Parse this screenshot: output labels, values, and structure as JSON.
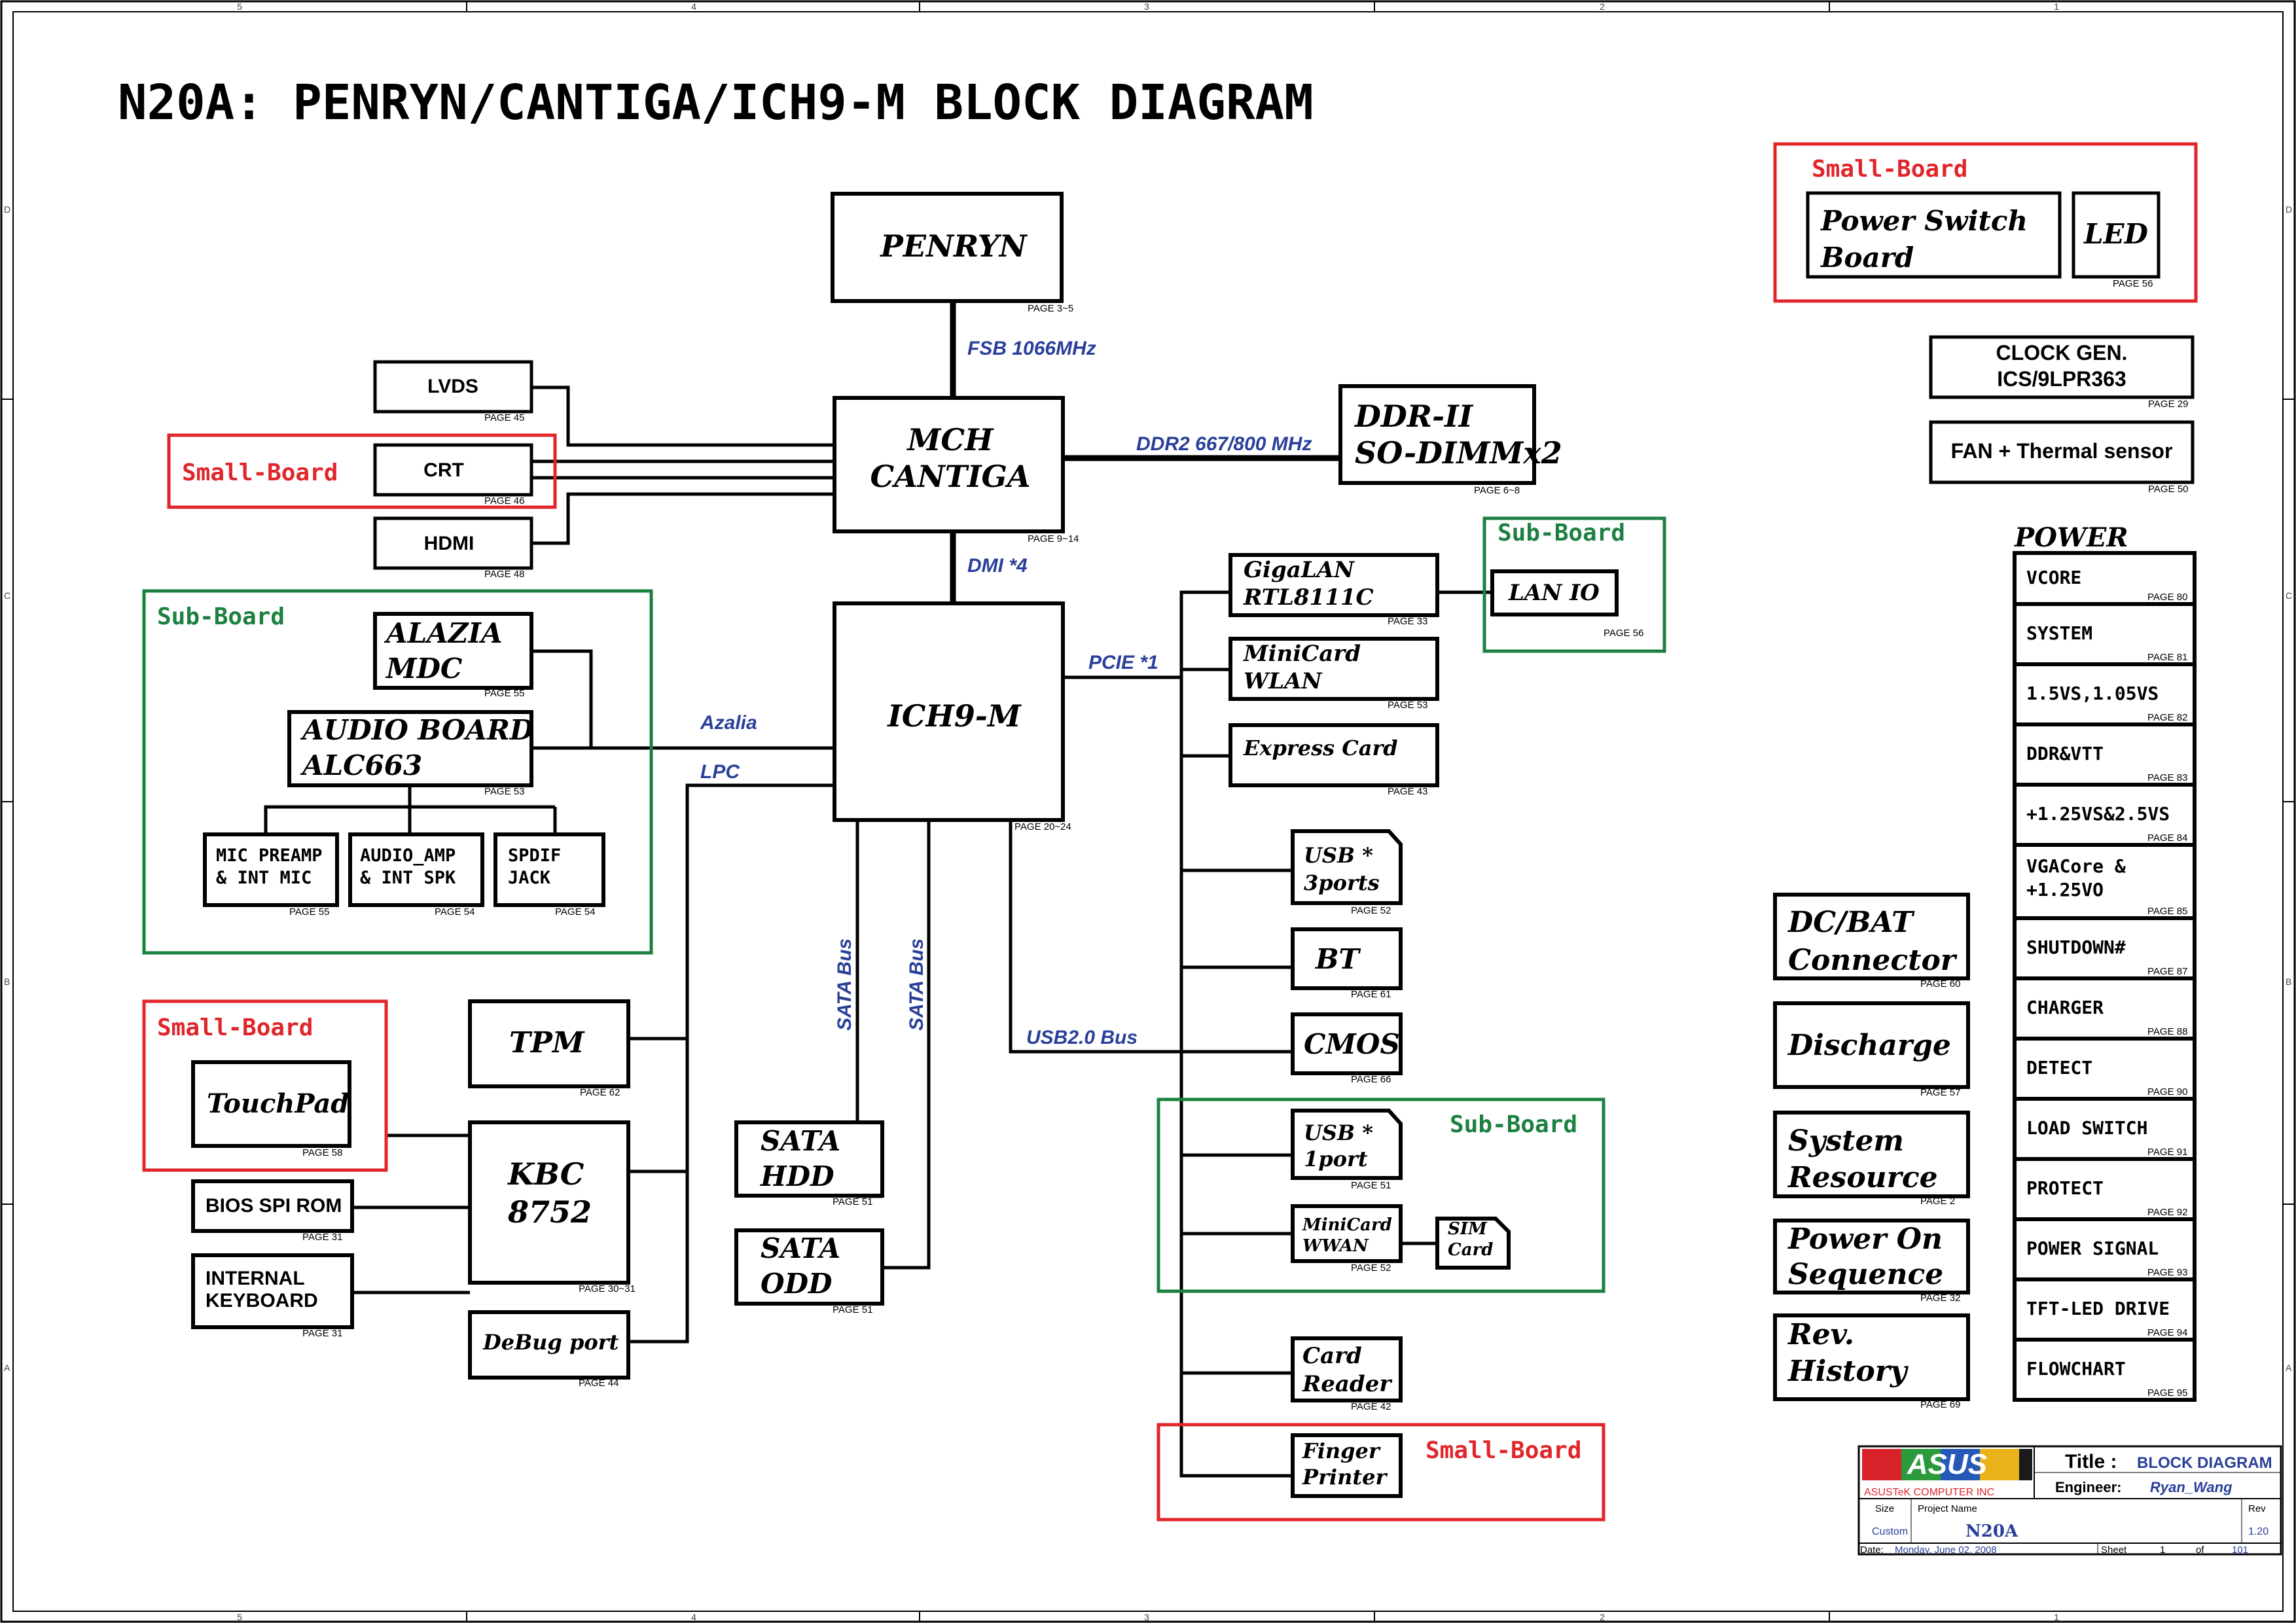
{
  "title": "N20A: PENRYN/CANTIGA/ICH9-M BLOCK DIAGRAM",
  "grid": {
    "cols": [
      "5",
      "4",
      "3",
      "2",
      "1"
    ],
    "rows": [
      "D",
      "C",
      "B",
      "A"
    ]
  },
  "cpu": {
    "label": "PENRYN",
    "page": "PAGE 3~5"
  },
  "mch": {
    "line1": "MCH",
    "line2": "CANTIGA",
    "page": "PAGE 9~14"
  },
  "ich": {
    "label": "ICH9-M",
    "page": "PAGE 20~24"
  },
  "ddr": {
    "line1": "DDR-II",
    "line2": "SO-DIMMx2",
    "page": "PAGE 6~8"
  },
  "bus_labels": {
    "fsb": "FSB 1066MHz",
    "ddr2": "DDR2 667/800 MHz",
    "dmi": "DMI *4",
    "pcie": "PCIE *1",
    "azalia": "Azalia",
    "lpc": "LPC",
    "sata1": "SATA Bus",
    "sata2": "SATA Bus",
    "usb": "USB2.0 Bus"
  },
  "board_labels": {
    "small_crt": "Small-Board",
    "sub_audio": "Sub-Board",
    "small_touch": "Small-Board",
    "sub_lan": "Sub-Board",
    "sub_usb": "Sub-Board",
    "small_finger": "Small-Board",
    "small_power": "Small-Board"
  },
  "display": {
    "lvds": {
      "label": "LVDS",
      "page": "PAGE 45"
    },
    "crt": {
      "label": "CRT",
      "page": "PAGE 46"
    },
    "hdmi": {
      "label": "HDMI",
      "page": "PAGE 48"
    }
  },
  "audio": {
    "mdc": {
      "line1": "ALAZIA",
      "line2": "MDC",
      "page": "PAGE 55"
    },
    "board": {
      "line1": "AUDIO BOARD",
      "line2": "ALC663",
      "page": "PAGE 53"
    },
    "mic": {
      "line1": "MIC PREAMP",
      "line2": "& INT MIC",
      "page": "PAGE 55"
    },
    "amp": {
      "line1": "AUDIO_AMP",
      "line2": "& INT SPK",
      "page": "PAGE 54"
    },
    "spdif": {
      "line1": "SPDIF",
      "line2": "JACK",
      "page": "PAGE 54"
    }
  },
  "lpc_devices": {
    "touchpad": {
      "label": "TouchPad",
      "page": "PAGE 58"
    },
    "tpm": {
      "label": "TPM",
      "page": "PAGE 62"
    },
    "kbc": {
      "line1": "KBC",
      "line2": "8752",
      "page": "PAGE 30~31"
    },
    "bios": {
      "label": "BIOS SPI ROM",
      "page": "PAGE 31"
    },
    "keyboard": {
      "line1": "INTERNAL",
      "line2": "KEYBOARD",
      "page": "PAGE 31"
    },
    "debug": {
      "label": "DeBug port",
      "page": "PAGE 44"
    }
  },
  "sata": {
    "hdd": {
      "line1": "SATA",
      "line2": "HDD",
      "page": "PAGE 51"
    },
    "odd": {
      "line1": "SATA",
      "line2": "ODD",
      "page": "PAGE 51"
    }
  },
  "pcie_devices": {
    "gigalan": {
      "line1": "GigaLAN",
      "line2": "RTL8111C",
      "page": "PAGE 33"
    },
    "lanio": {
      "label": "LAN IO",
      "page": "PAGE 56"
    },
    "wlan": {
      "line1": "MiniCard",
      "line2": "WLAN",
      "page": "PAGE 53"
    },
    "express": {
      "label": "Express Card",
      "page": "PAGE 43"
    }
  },
  "usb_devices": {
    "usb3": {
      "line1": "USB *",
      "line2": "3ports",
      "page": "PAGE 52"
    },
    "bt": {
      "label": "BT",
      "page": "PAGE 61"
    },
    "cmos": {
      "label": "CMOS",
      "page": "PAGE 66"
    },
    "usb1": {
      "line1": "USB *",
      "line2": "1port",
      "page": "PAGE 51"
    },
    "wwan": {
      "line1": "MiniCard",
      "line2": "WWAN",
      "page": "PAGE 52"
    },
    "sim": {
      "line1": "SIM",
      "line2": "Card"
    },
    "card": {
      "line1": "Card",
      "line2": "Reader",
      "page": "PAGE 42"
    },
    "finger": {
      "line1": "Finger",
      "line2": "Printer"
    }
  },
  "right_top": {
    "power_switch": {
      "line1": "Power Switch",
      "line2": "Board"
    },
    "led": {
      "label": "LED",
      "page": "PAGE 56"
    },
    "clock": {
      "line1": "CLOCK GEN.",
      "line2": "ICS/9LPR363",
      "page": "PAGE 29"
    },
    "fan": {
      "label": "FAN + Thermal sensor",
      "page": "PAGE 50"
    }
  },
  "left_power": {
    "dcbat": {
      "line1": "DC/BAT",
      "line2": "Connector",
      "page": "PAGE 60"
    },
    "discharge": {
      "label": "Discharge",
      "page": "PAGE 57"
    },
    "sysres": {
      "line1": "System",
      "line2": "Resource",
      "page": "PAGE 2"
    },
    "poweron": {
      "line1": "Power On",
      "line2": "Sequence",
      "page": "PAGE 32"
    },
    "rev": {
      "line1": "Rev.",
      "line2": "History",
      "page": "PAGE 69"
    }
  },
  "power_title": "POWER",
  "power_list": [
    {
      "line1": "VCORE",
      "line2": "",
      "page": "PAGE 80"
    },
    {
      "line1": "SYSTEM",
      "line2": "",
      "page": "PAGE 81"
    },
    {
      "line1": "1.5VS,1.05VS",
      "line2": "",
      "page": "PAGE 82"
    },
    {
      "line1": "DDR&VTT",
      "line2": "",
      "page": "PAGE 83"
    },
    {
      "line1": "+1.25VS&2.5VS",
      "line2": "",
      "page": "PAGE 84"
    },
    {
      "line1": "VGACore &",
      "line2": "+1.25VO",
      "page": "PAGE 85"
    },
    {
      "line1": "SHUTDOWN#",
      "line2": "",
      "page": "PAGE 87"
    },
    {
      "line1": "CHARGER",
      "line2": "",
      "page": "PAGE 88"
    },
    {
      "line1": "DETECT",
      "line2": "",
      "page": "PAGE 90"
    },
    {
      "line1": "LOAD SWITCH",
      "line2": "",
      "page": "PAGE 91"
    },
    {
      "line1": "PROTECT",
      "line2": "",
      "page": "PAGE 92"
    },
    {
      "line1": "POWER SIGNAL",
      "line2": "",
      "page": "PAGE 93"
    },
    {
      "line1": "TFT-LED DRIVE",
      "line2": "",
      "page": "PAGE 94"
    },
    {
      "line1": "FLOWCHART",
      "line2": "",
      "page": "PAGE 95"
    }
  ],
  "title_block": {
    "logo": "ASUS",
    "company": "ASUSTeK COMPUTER INC",
    "title_label": "Title :",
    "title_value": "BLOCK DIAGRAM",
    "engineer_label": "Engineer:",
    "engineer_value": "Ryan_Wang",
    "size_label": "Size",
    "size_value": "Custom",
    "project_label": "Project Name",
    "project_value": "N20A",
    "rev_label": "Rev",
    "rev_value": "1.20",
    "date_label": "Date:",
    "date_value": "Monday, June 02, 2008",
    "sheet_label": "Sheet",
    "sheet_value": "1",
    "of_label": "of",
    "of_value": "101"
  },
  "colors": {
    "red": "#e0262b",
    "green": "#1c8040",
    "blue": "#2a3f99"
  }
}
